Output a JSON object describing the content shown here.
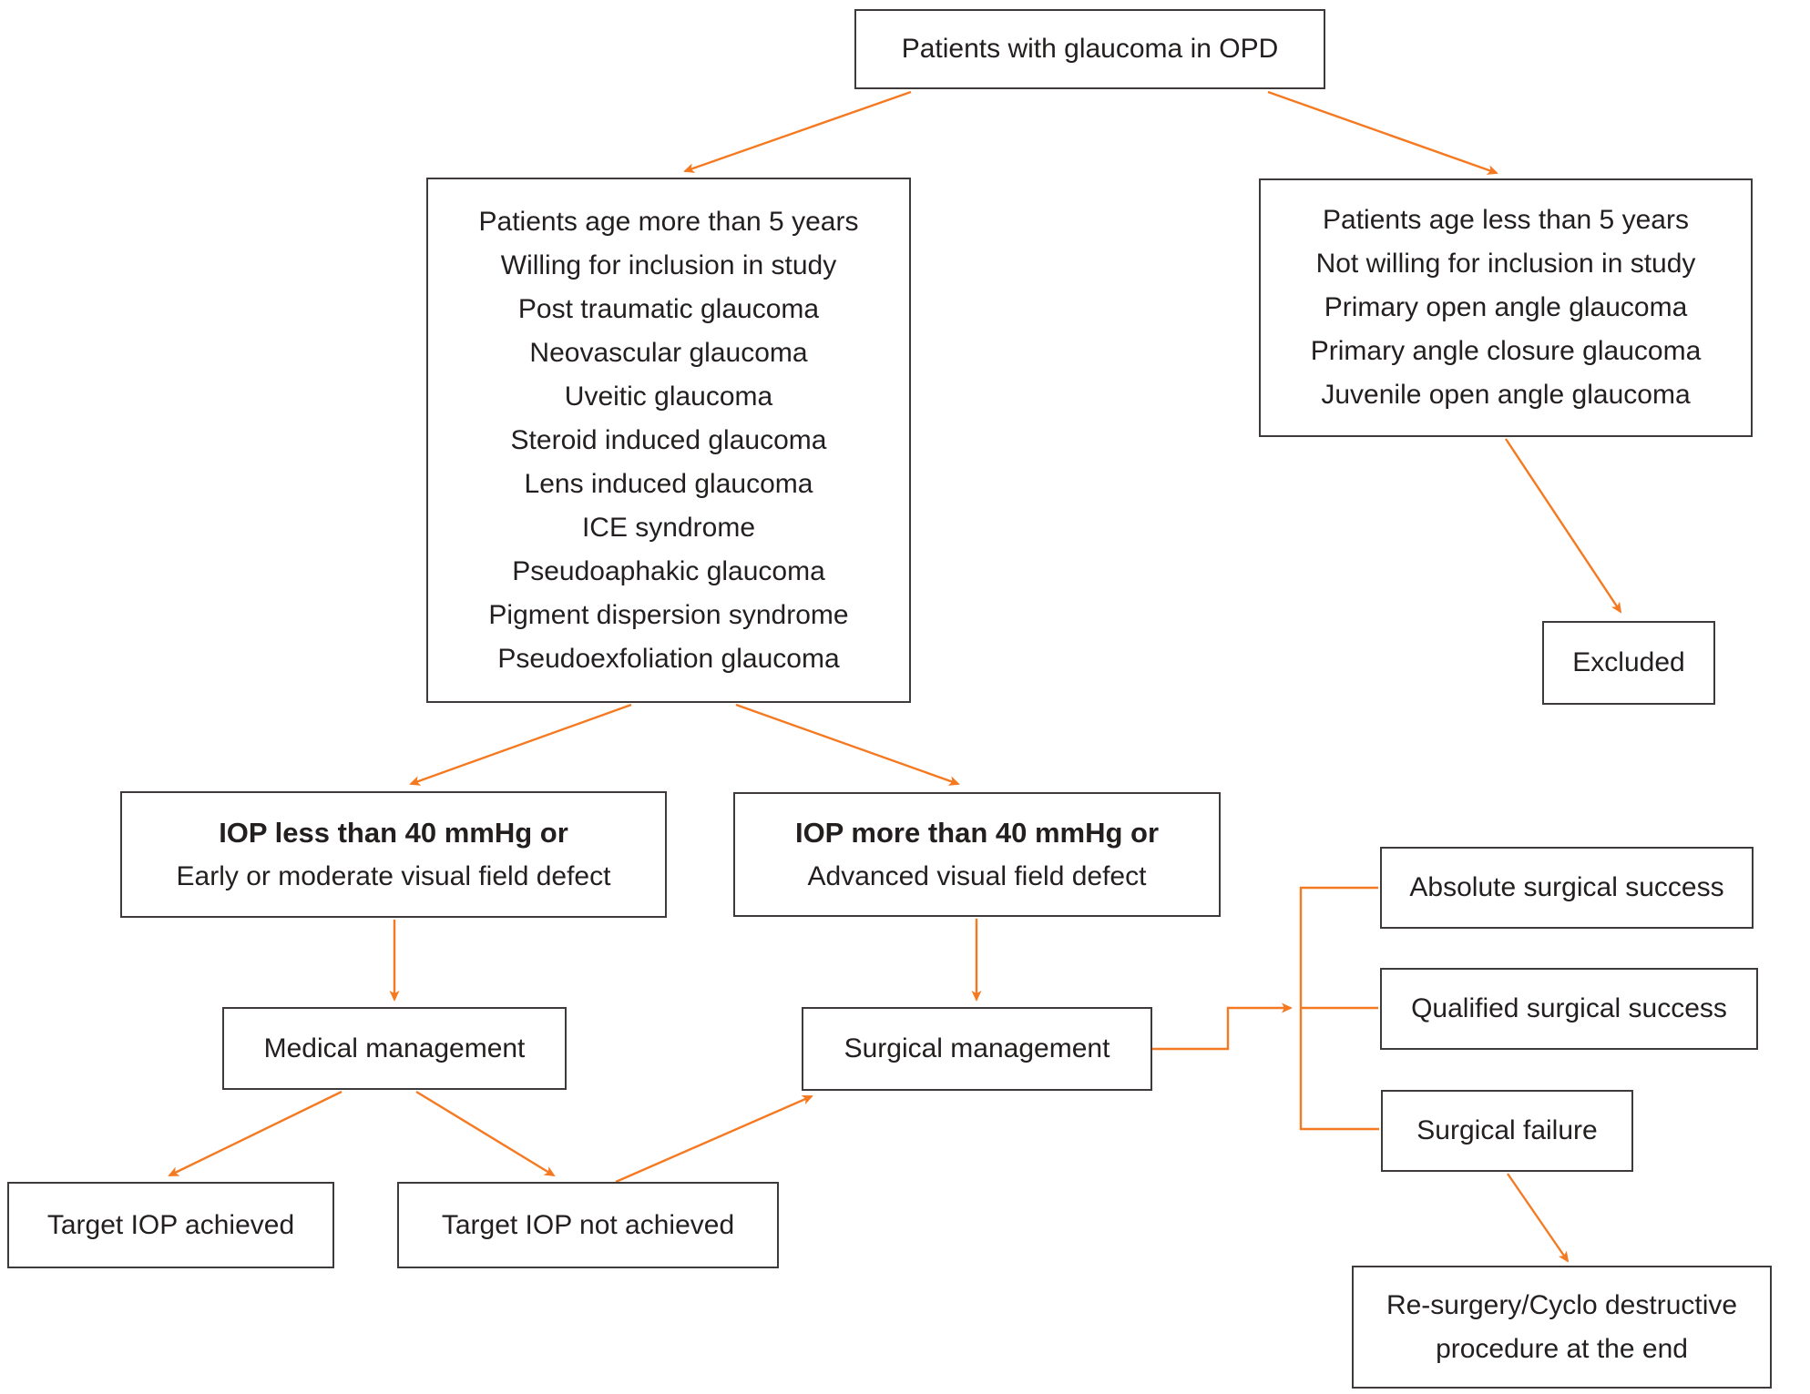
{
  "figure": {
    "title": "Glaucoma study flowchart",
    "background_color": "#FFFFFF",
    "arrow_color": "#F57920",
    "box_border_color": "#3E3A39",
    "text_color": "#231F1F"
  },
  "nodes": {
    "opd": {
      "lines": [
        "Patients with glaucoma in OPD"
      ]
    },
    "inclusion": {
      "lines": [
        "Patients age more than 5 years",
        "Willing for inclusion in study",
        "Post traumatic glaucoma",
        "Neovascular glaucoma",
        "Uveitic glaucoma",
        "Steroid induced glaucoma",
        "Lens induced glaucoma",
        "ICE syndrome",
        "Pseudoaphakic glaucoma",
        "Pigment dispersion syndrome",
        "Pseudoexfoliation glaucoma"
      ]
    },
    "exclusion": {
      "lines": [
        "Patients age less than 5 years",
        "Not willing for inclusion in study",
        "Primary open angle glaucoma",
        "Primary angle closure glaucoma",
        "Juvenile open angle glaucoma"
      ]
    },
    "excluded": {
      "lines": [
        "Excluded"
      ]
    },
    "iop_low": {
      "bold_line": "IOP less than 40 mmHg or",
      "line": "Early or moderate visual field defect"
    },
    "iop_high": {
      "bold_line": "IOP more than 40 mmHg or",
      "line": "Advanced visual field defect"
    },
    "medical": {
      "lines": [
        "Medical management"
      ]
    },
    "surgical": {
      "lines": [
        "Surgical management"
      ]
    },
    "target_achieved": {
      "lines": [
        "Target IOP achieved"
      ]
    },
    "target_not_achieved": {
      "lines": [
        "Target IOP not achieved"
      ]
    },
    "absolute": {
      "lines": [
        "Absolute surgical success"
      ]
    },
    "qualified": {
      "lines": [
        "Qualified surgical success"
      ]
    },
    "failure": {
      "lines": [
        "Surgical failure"
      ]
    },
    "resurgery": {
      "lines": [
        "Re-surgery/Cyclo destructive",
        "procedure at the end"
      ]
    }
  },
  "edges": [
    {
      "from": "opd",
      "to": "inclusion"
    },
    {
      "from": "opd",
      "to": "exclusion"
    },
    {
      "from": "exclusion",
      "to": "excluded"
    },
    {
      "from": "inclusion",
      "to": "iop_low"
    },
    {
      "from": "inclusion",
      "to": "iop_high"
    },
    {
      "from": "iop_low",
      "to": "medical"
    },
    {
      "from": "iop_high",
      "to": "surgical"
    },
    {
      "from": "medical",
      "to": "target_achieved"
    },
    {
      "from": "medical",
      "to": "target_not_achieved"
    },
    {
      "from": "target_not_achieved",
      "to": "surgical"
    },
    {
      "from": "surgical",
      "to": "absolute"
    },
    {
      "from": "surgical",
      "to": "qualified"
    },
    {
      "from": "surgical",
      "to": "failure"
    },
    {
      "from": "failure",
      "to": "resurgery"
    }
  ]
}
